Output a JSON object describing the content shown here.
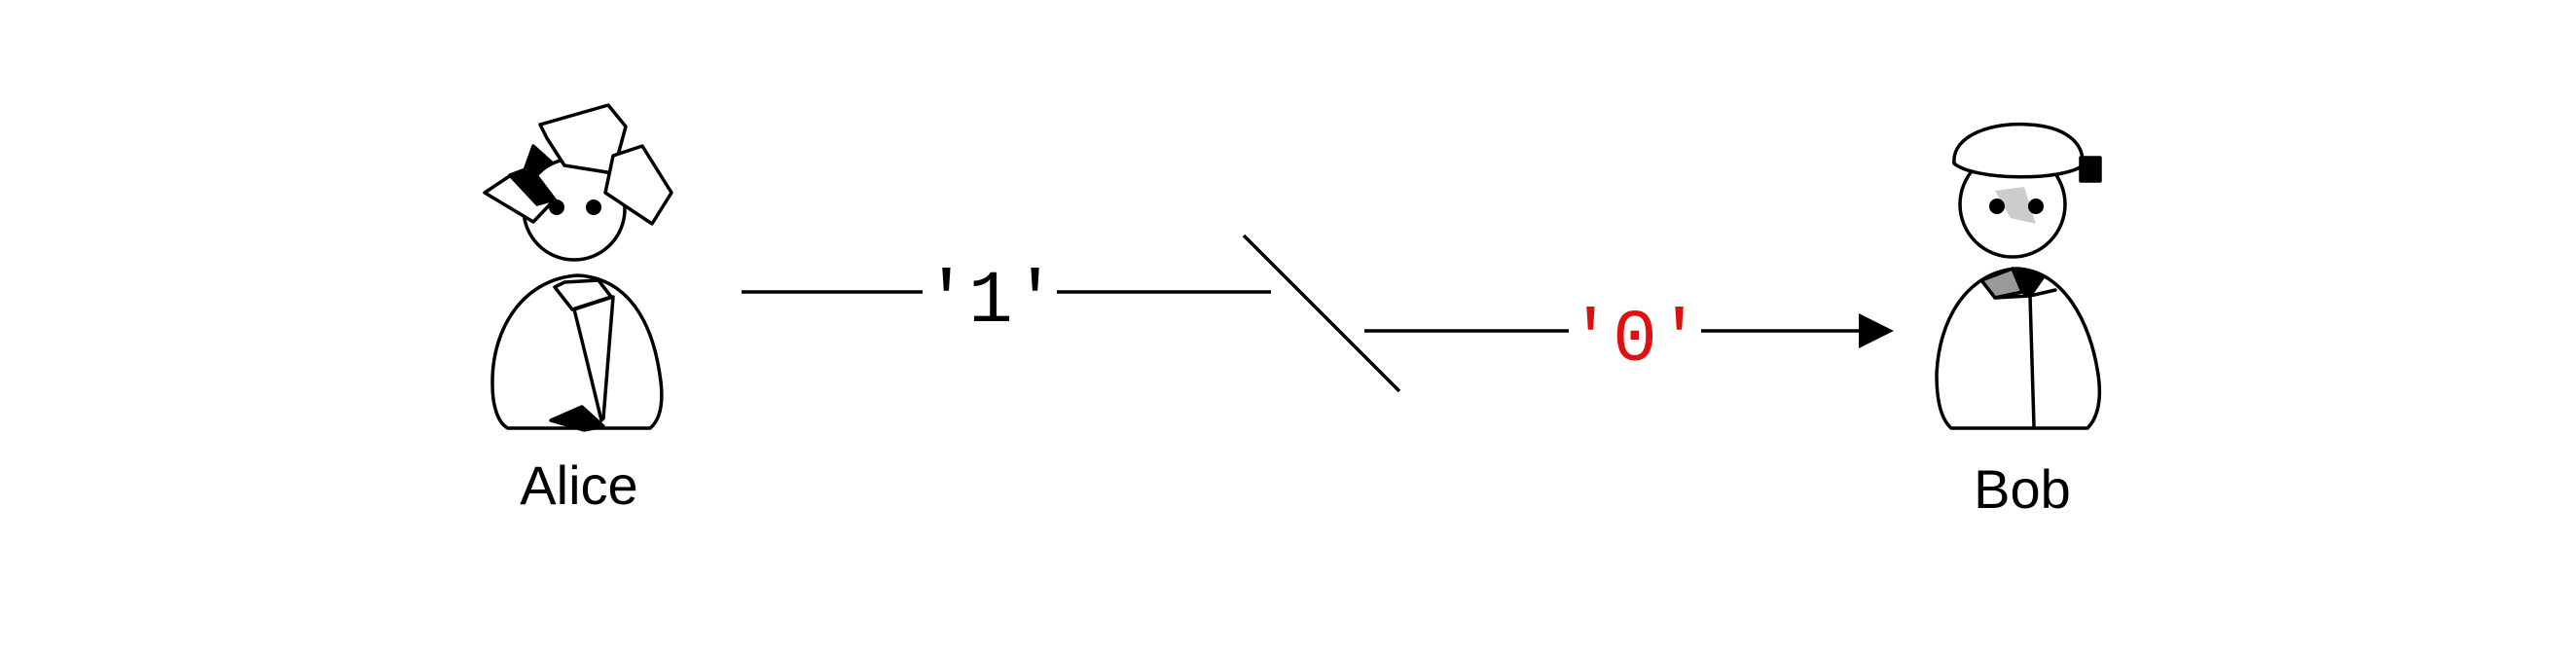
{
  "sender": {
    "name": "Alice"
  },
  "receiver": {
    "name": "Bob"
  },
  "channel": {
    "sent_bit": "'1'",
    "received_bit": "'0'",
    "sent_bit_color": "#000000",
    "received_bit_color": "#dd1111"
  },
  "icons": [
    "alice-figure-icon",
    "bob-figure-icon",
    "arrowhead-icon"
  ]
}
